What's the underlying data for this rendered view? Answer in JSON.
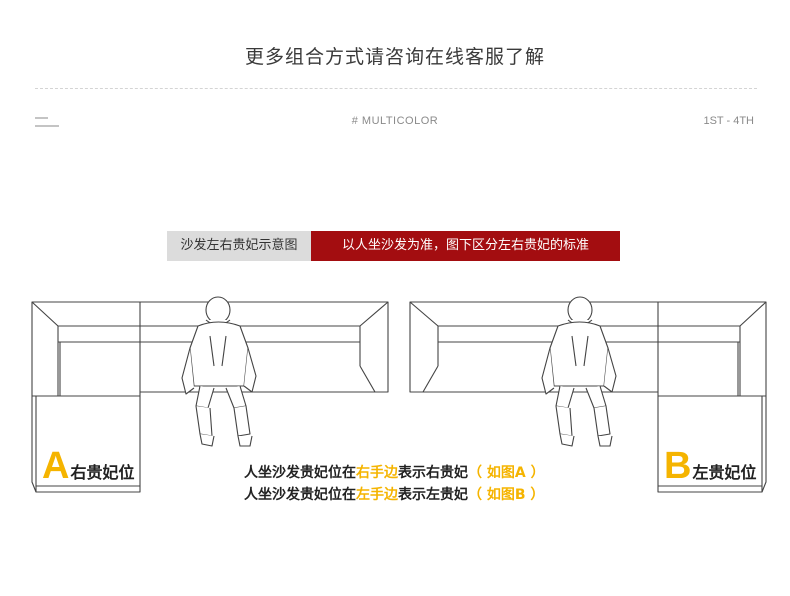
{
  "header": {
    "title": "更多组合方式请咨询在线客服了解",
    "tag_center": "# MULTICOLOR",
    "tag_right": "1ST - 4TH"
  },
  "legend": {
    "gray_label": "沙发左右贵妃示意图",
    "red_label": "以人坐沙发为准，图下区分左右贵妃的标准"
  },
  "sofa_a": {
    "letter": "A",
    "label": "右贵妃位"
  },
  "sofa_b": {
    "letter": "B",
    "label": "左贵妃位"
  },
  "description": {
    "line1": {
      "before": "人坐沙发贵妃位在",
      "highlight": "右手边",
      "after": "表示右贵妃",
      "ref": "（ 如图A ）"
    },
    "line2": {
      "before": "人坐沙发贵妃位在",
      "highlight": "左手边",
      "after": "表示左贵妃",
      "ref": "（ 如图B ）"
    }
  },
  "colors": {
    "accent": "#f5b400",
    "legend_red": "#a30d10",
    "legend_gray": "#dcdcdc"
  }
}
